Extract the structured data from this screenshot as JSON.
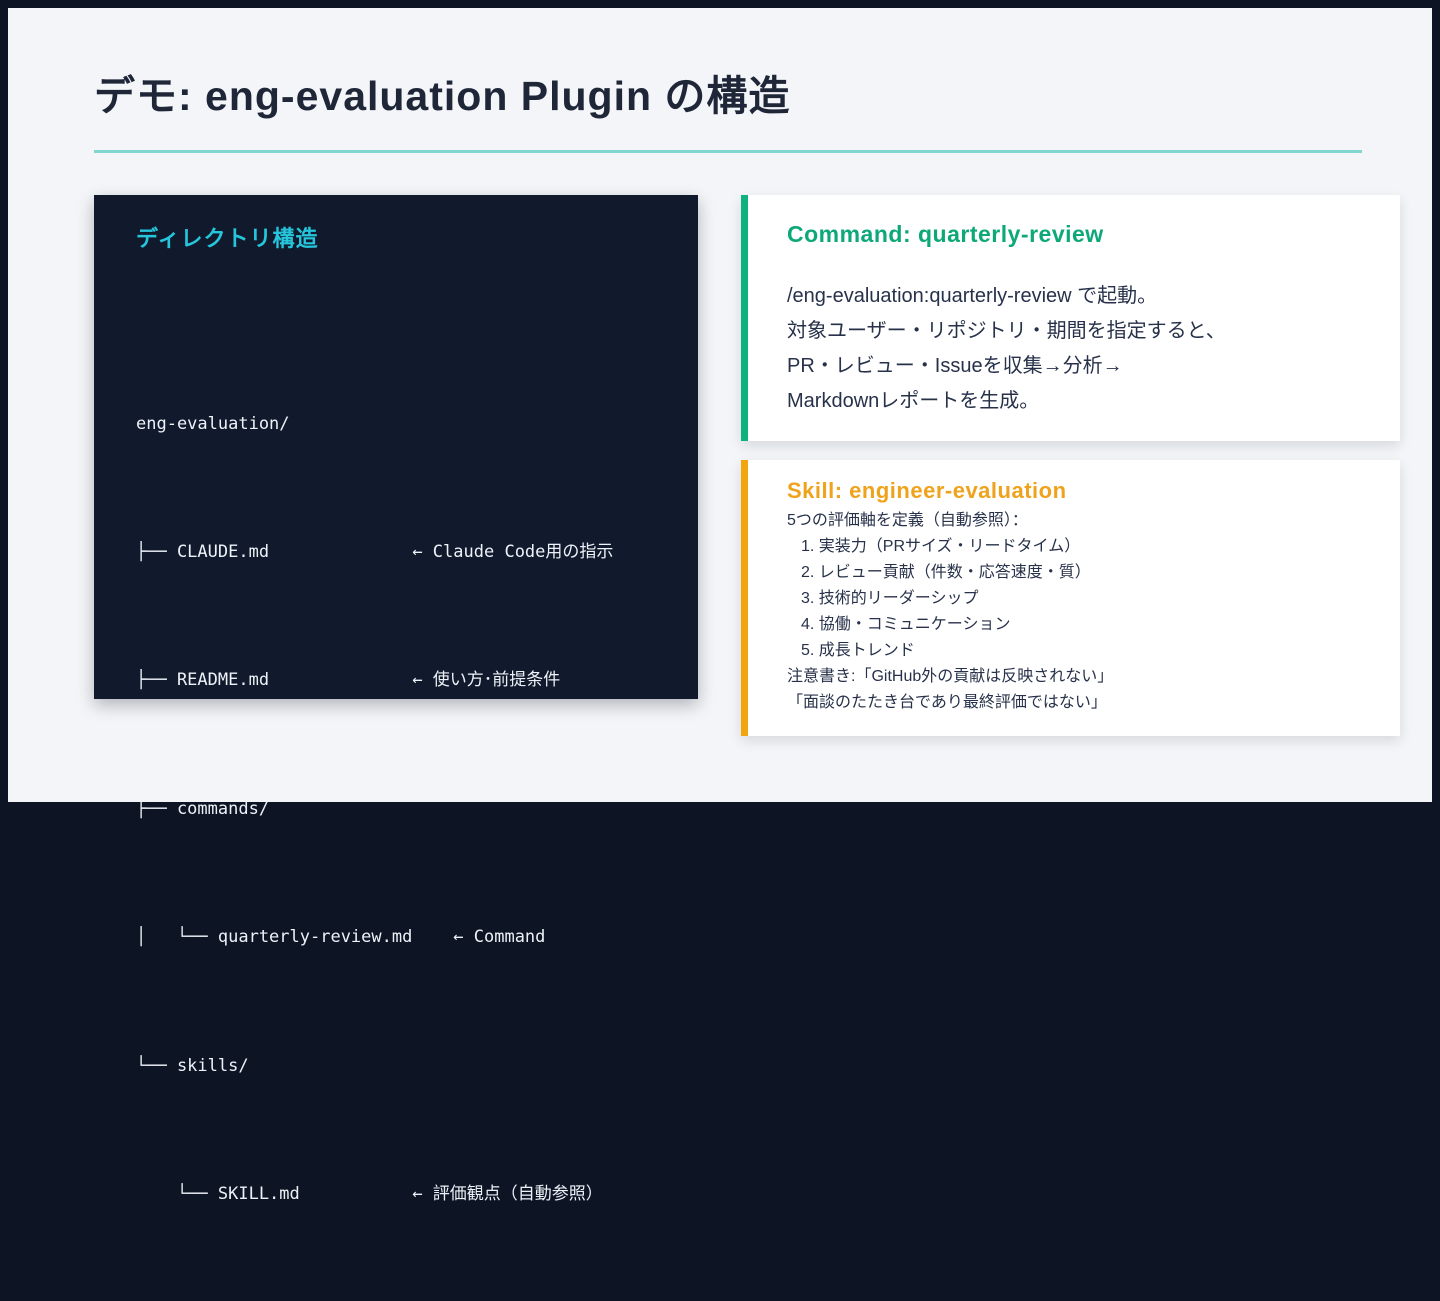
{
  "slide": {
    "title": "デモ: eng-evaluation Plugin の構造"
  },
  "directory_panel": {
    "heading": "ディレクトリ構造",
    "lines": [
      "eng-evaluation/",
      "├── CLAUDE.md              ← Claude Code用の指示",
      "├── README.md              ← 使い方･前提条件",
      "├── commands/",
      "│   └── quarterly-review.md    ← Command",
      "└── skills/",
      "    └── SKILL.md           ← 評価観点（自動参照）"
    ]
  },
  "command_card": {
    "heading": "Command: quarterly-review",
    "lines": [
      "/eng-evaluation:quarterly-review で起動。",
      "対象ユーザー・リポジトリ・期間を指定すると、",
      "PR・レビュー・Issueを収集→分析→",
      "Markdownレポートを生成。"
    ]
  },
  "skill_card": {
    "heading": "Skill: engineer-evaluation",
    "intro": "5つの評価軸を定義（自動参照）：",
    "items": [
      "1. 実装力（PRサイズ・リードタイム）",
      "2. レビュー貢献（件数・応答速度・質）",
      "3. 技術的リーダーシップ",
      "4. 協働・コミュニケーション",
      "5. 成長トレンド"
    ],
    "notes": [
      "注意書き:「GitHub外の貢献は反映されない」",
      "「面談のたたき台であり最終評価ではない」"
    ]
  },
  "colors": {
    "frame_bg": "#0d1524",
    "slide_bg": "#f3f5f8",
    "title_text": "#1e2638",
    "divider_teal": "#82d6d0",
    "panel_bg": "#101a2c",
    "panel_heading_cyan": "#26c5db",
    "panel_text": "#eef2f8",
    "command_green": "#0da878",
    "command_border_green": "#0fb27e",
    "skill_orange": "#efa31c",
    "skill_border_orange": "#f2a60e",
    "body_text": "#27324a"
  }
}
